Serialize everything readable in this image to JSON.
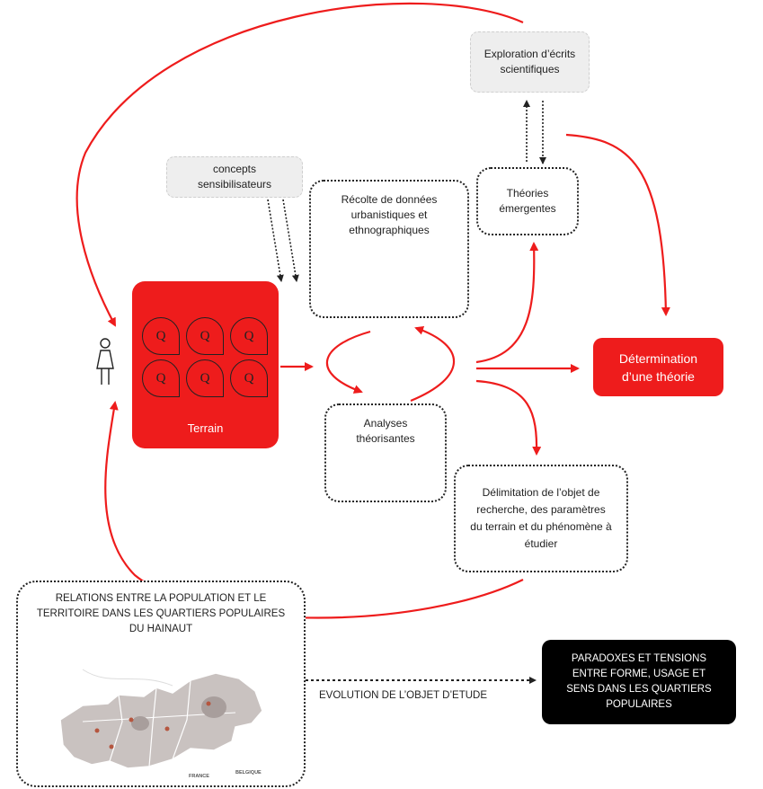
{
  "exploration": "Exploration d’écrits scientifiques",
  "concepts": "concepts sensibilisateurs",
  "recolte": "Récolte de données urbanistiques et ethnographiques",
  "theories": "Théories émergentes",
  "terrain": "Terrain",
  "q_letter": "Q",
  "determination": "Détermination d’une théorie",
  "analyses": "Analyses théorisantes",
  "delimitation": "Délimitation de l’objet de recherche, des paramètres du terrain et du phénomène à étudier",
  "relations": "RELATIONS ENTRE LA POPULATION ET LE TERRITOIRE DANS LES QUARTIERS POPULAIRES DU HAINAUT",
  "evolution": "EVOLUTION DE L’OBJET D’ETUDE",
  "paradoxes": "PARADOXES ET TENSIONS ENTRE FORME, USAGE ET SENS DANS LES QUARTIERS POPULAIRES",
  "map_labels": {
    "france": "FRANCE",
    "belgique": "BELGIQUE"
  },
  "colors": {
    "red": "#ee1c1c",
    "black": "#000000",
    "grey": "#eeeeee"
  }
}
